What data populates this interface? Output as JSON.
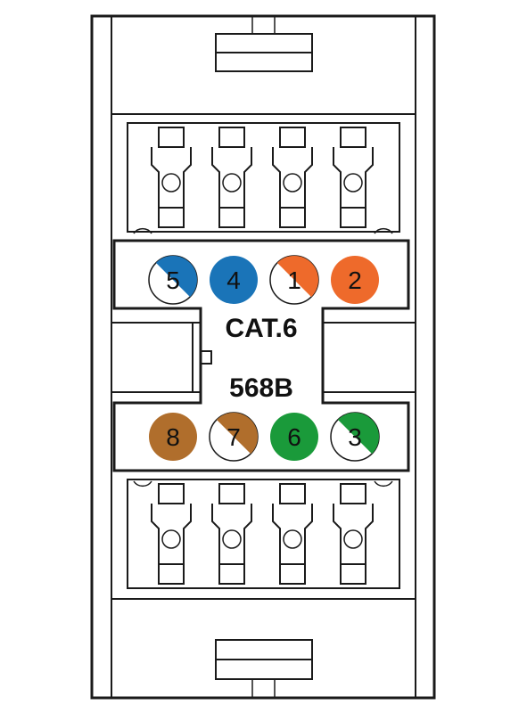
{
  "labels": {
    "category": "CAT.6",
    "standard": "568B"
  },
  "colors": {
    "blue": "#1a74b8",
    "orange": "#ee6a2b",
    "green": "#1a9a3a",
    "brown": "#b06e2c",
    "white": "#ffffff"
  },
  "pins": [
    {
      "label": "5",
      "color": "blue",
      "striped": true
    },
    {
      "label": "4",
      "color": "blue",
      "striped": false
    },
    {
      "label": "1",
      "color": "orange",
      "striped": true
    },
    {
      "label": "2",
      "color": "orange",
      "striped": false
    },
    {
      "label": "8",
      "color": "brown",
      "striped": false
    },
    {
      "label": "7",
      "color": "brown",
      "striped": true
    },
    {
      "label": "6",
      "color": "green",
      "striped": false
    },
    {
      "label": "3",
      "color": "green",
      "striped": true
    }
  ]
}
